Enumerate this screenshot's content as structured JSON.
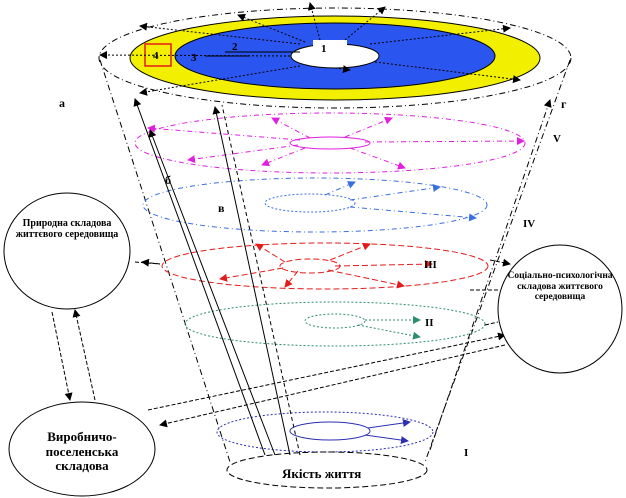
{
  "top_numbers": {
    "n1": "1",
    "n2": "2",
    "n3": "3",
    "n4": "4"
  },
  "corner_labels": {
    "a": "а",
    "b": "б",
    "v": "в",
    "g": "г"
  },
  "levels": {
    "V": "V",
    "IV": "IV",
    "III": "III",
    "II": "II",
    "I": "I"
  },
  "nodes": {
    "natural": "Природна складова життєвого середовища",
    "social": "Соціально-психологічна складова життєвого середовища",
    "production": "Виробничо-поселенська складова",
    "quality": "Якість життя"
  },
  "colors": {
    "outer_ring": "#f2f000",
    "middle_ring": "#2a55ee",
    "level_V": "#e21ee0",
    "level_IV": "#3a6fe0",
    "level_III": "#e31b1b",
    "level_II": "#2f8f68",
    "level_I": "#2b2fb0"
  }
}
